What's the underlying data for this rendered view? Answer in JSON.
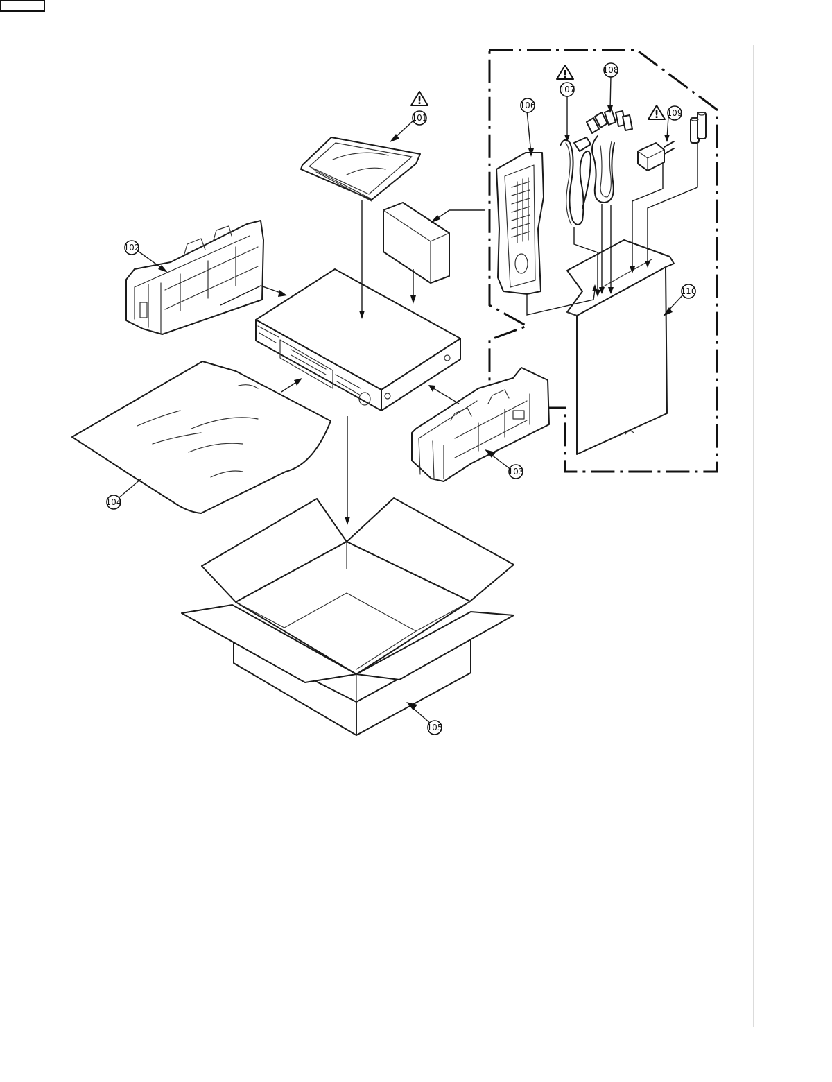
{
  "figure": {
    "parts": [
      {
        "ref": "101",
        "name": "instruction-manual-bag",
        "caution": true
      },
      {
        "ref": "102",
        "name": "cushion-left",
        "caution": false
      },
      {
        "ref": "103",
        "name": "cushion-right",
        "caution": false
      },
      {
        "ref": "104",
        "name": "protection-bag",
        "caution": false
      },
      {
        "ref": "105",
        "name": "packing-case",
        "caution": false
      },
      {
        "ref": "106",
        "name": "remote-control",
        "caution": false
      },
      {
        "ref": "107",
        "name": "power-cord",
        "caution": true
      },
      {
        "ref": "108",
        "name": "av-cable",
        "caution": false
      },
      {
        "ref": "109",
        "name": "plug-adaptor",
        "caution": true
      },
      {
        "ref": "110",
        "name": "accessory-box",
        "caution": false
      }
    ],
    "caution_symbol": "!"
  }
}
